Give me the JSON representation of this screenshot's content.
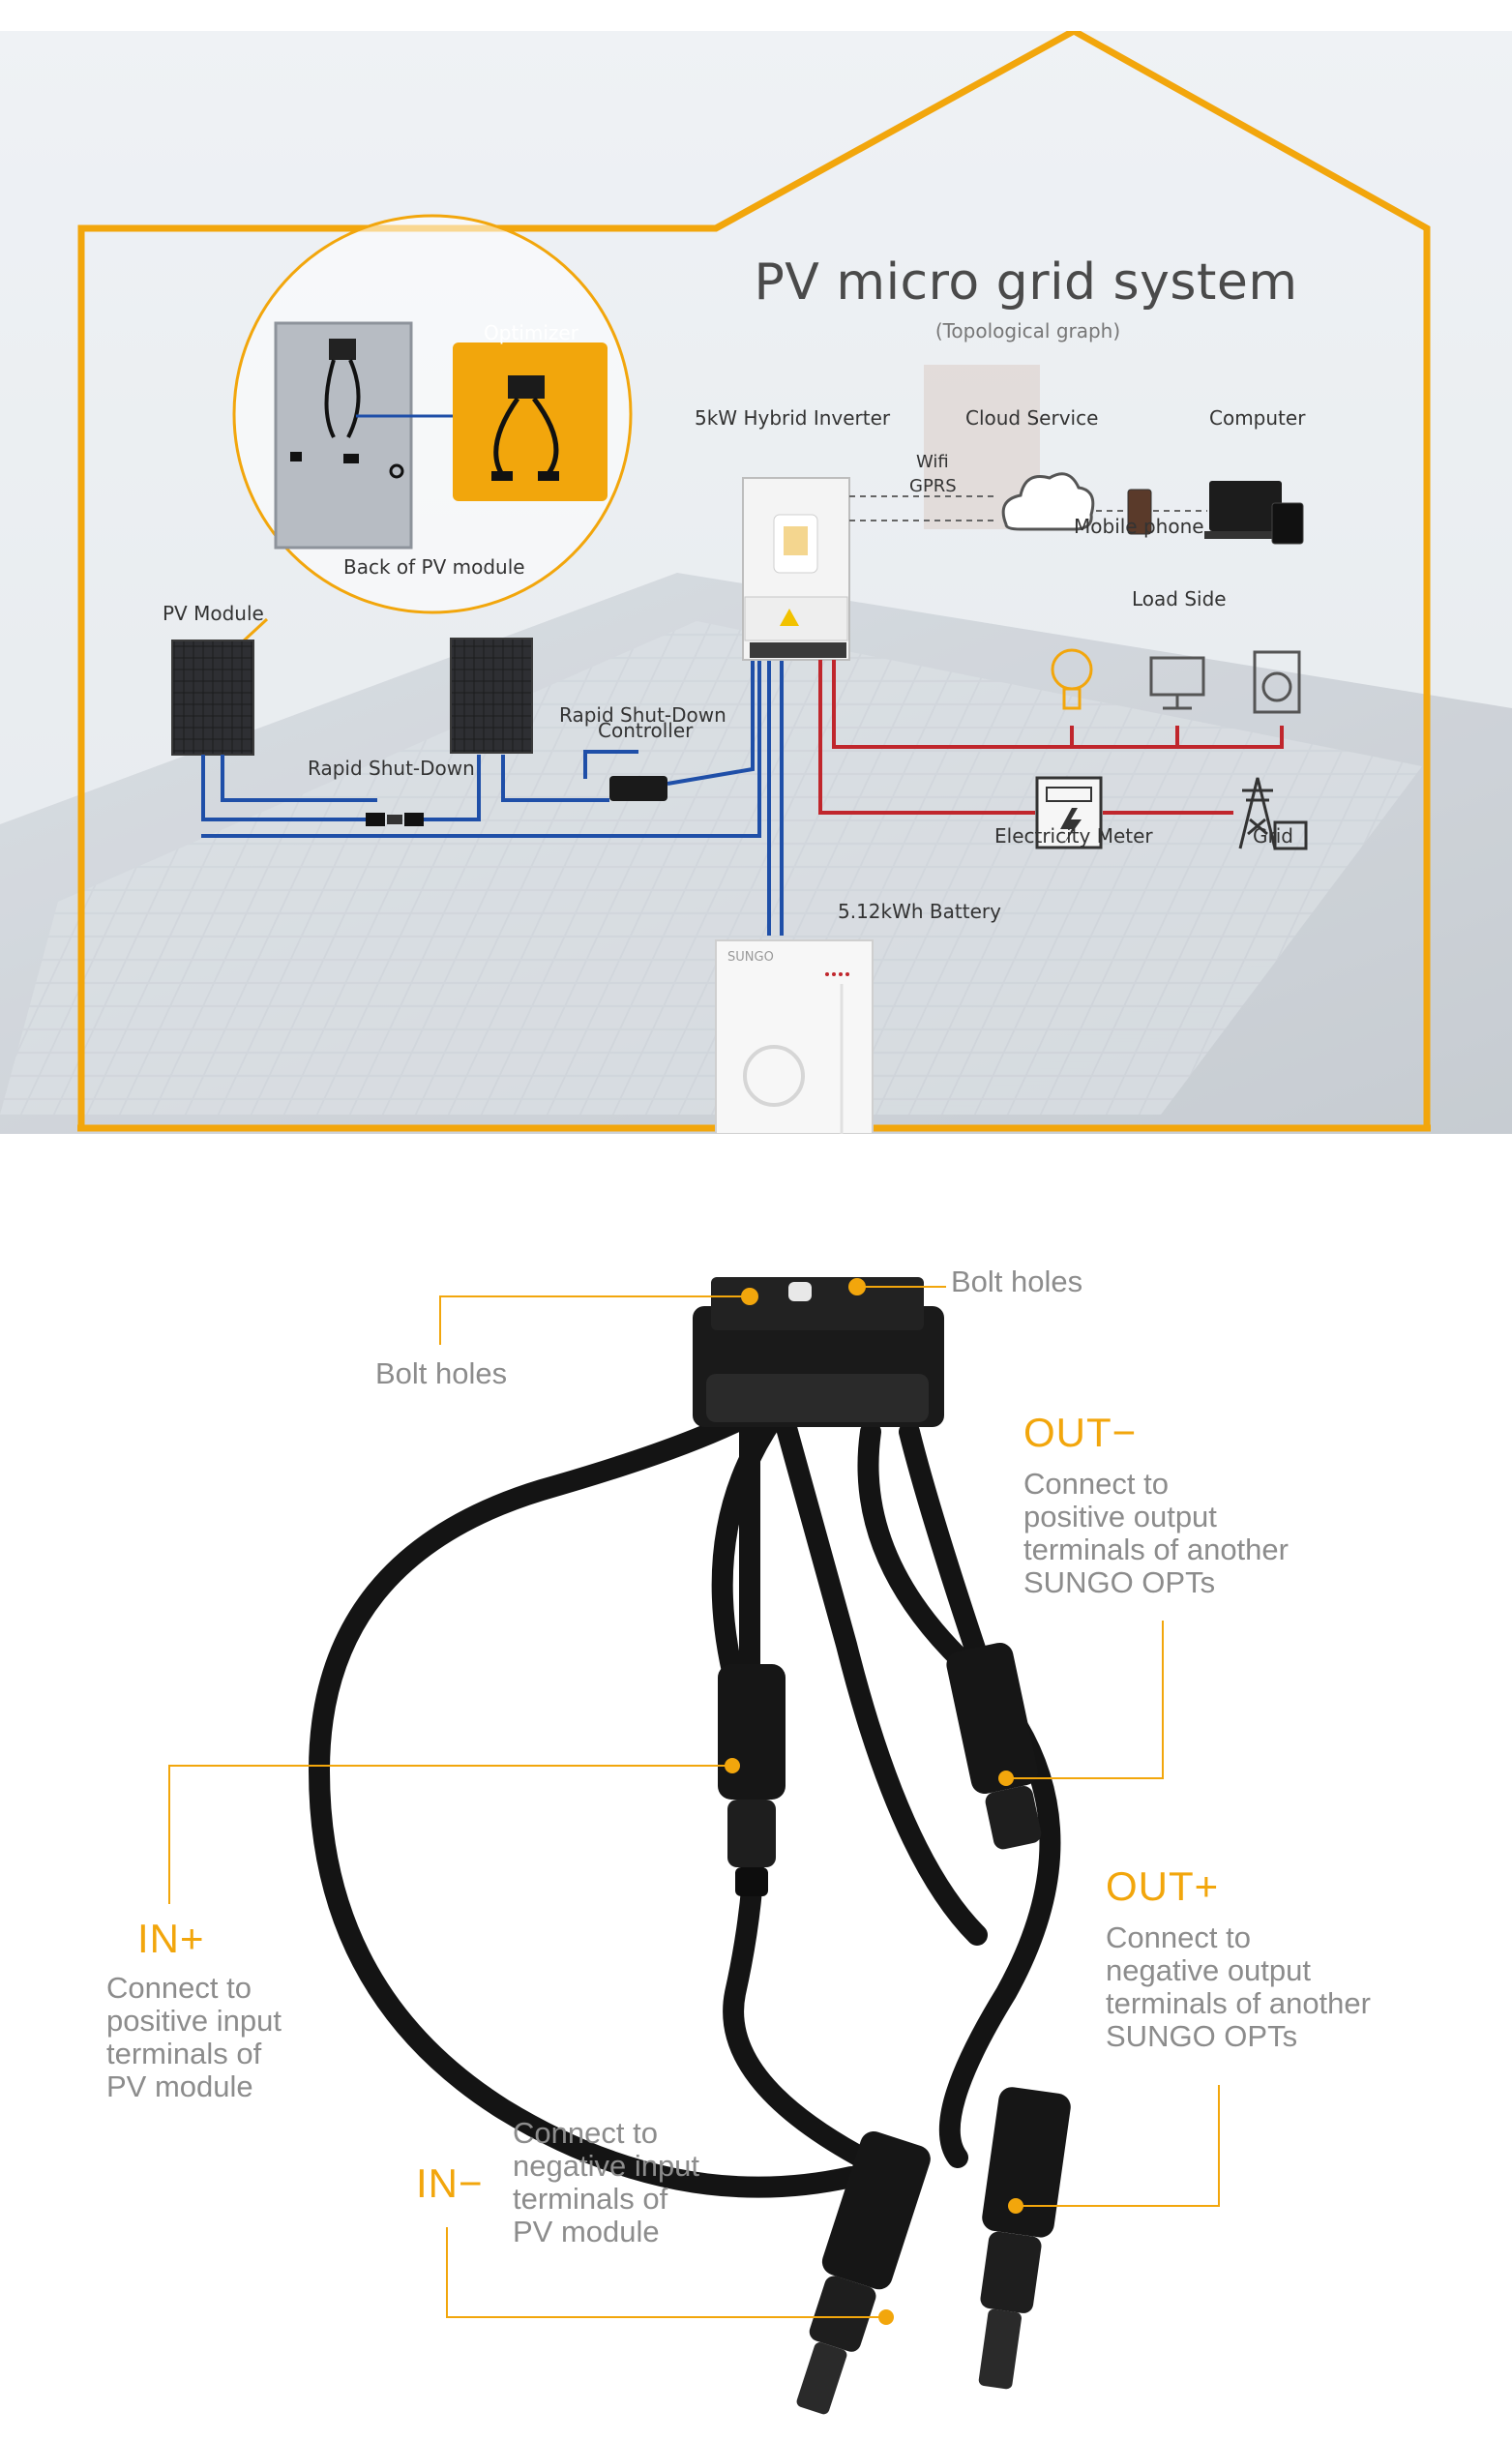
{
  "diagram": {
    "title": "PV micro grid system",
    "subtitle": "(Topological graph)",
    "optimizer_label": "Optimizer",
    "back_of_module_label": "Back of PV module",
    "pv_module_label": "PV Module",
    "rapid_shutdown_label": "Rapid Shut-Down",
    "rsd_controller_label_line1": "Rapid Shut-Down",
    "rsd_controller_label_line2": "Controller",
    "inverter_label": "5kW Hybrid Inverter",
    "cloud_label": "Cloud Service",
    "computer_label": "Computer",
    "wifi_label": "Wifi",
    "gprs_label": "GPRS",
    "mobile_label": "Mobile phone",
    "load_label": "Load Side",
    "meter_label": "Electricity Meter",
    "grid_label": "Grid",
    "battery_label": "5.12kWh Battery",
    "battery_brand": "SUNGO"
  },
  "optimizer_callouts": {
    "bolt_holes_right": "Bolt holes",
    "bolt_holes_left": "Bolt holes",
    "out_minus": {
      "head": "OUT−",
      "lines": [
        "Connect to",
        "positive output",
        "terminals of another",
        "SUNGO OPTs"
      ]
    },
    "out_plus": {
      "head": "OUT+",
      "lines": [
        "Connect to",
        "negative output",
        "terminals of another",
        "SUNGO OPTs"
      ]
    },
    "in_plus": {
      "head": "IN+",
      "lines": [
        "Connect to",
        "positive input",
        "terminals of",
        "PV module"
      ]
    },
    "in_minus": {
      "head": "IN−",
      "lines": [
        "Connect to",
        "negative input",
        "terminals of",
        "PV module"
      ]
    }
  },
  "colors": {
    "accent": "#f2a60c",
    "dc_wire": "#1f4fa8",
    "ac_wire": "#c0262c",
    "text_gray": "#8c8c8c"
  }
}
